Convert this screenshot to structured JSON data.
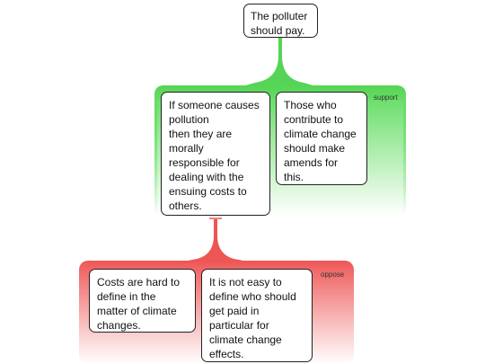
{
  "root": {
    "text": "The polluter\nshould pay."
  },
  "support": {
    "label": "support",
    "color": "#55d455",
    "reasons": [
      {
        "text": "If someone causes\npollution\nthen they are\nmorally\nresponsible for\ndealing with the\nensuing costs to\nothers."
      },
      {
        "text": "Those who\ncontribute to\nclimate change\nshould make\namends for\nthis."
      }
    ]
  },
  "oppose": {
    "label": "oppose",
    "color": "#ee5555",
    "objections": [
      {
        "text": "Costs are hard to\ndefine in the\nmatter of climate\nchanges."
      },
      {
        "text": "It is not easy to\ndefine who should\nget paid in\nparticular for\nclimate change\neffects."
      }
    ]
  }
}
